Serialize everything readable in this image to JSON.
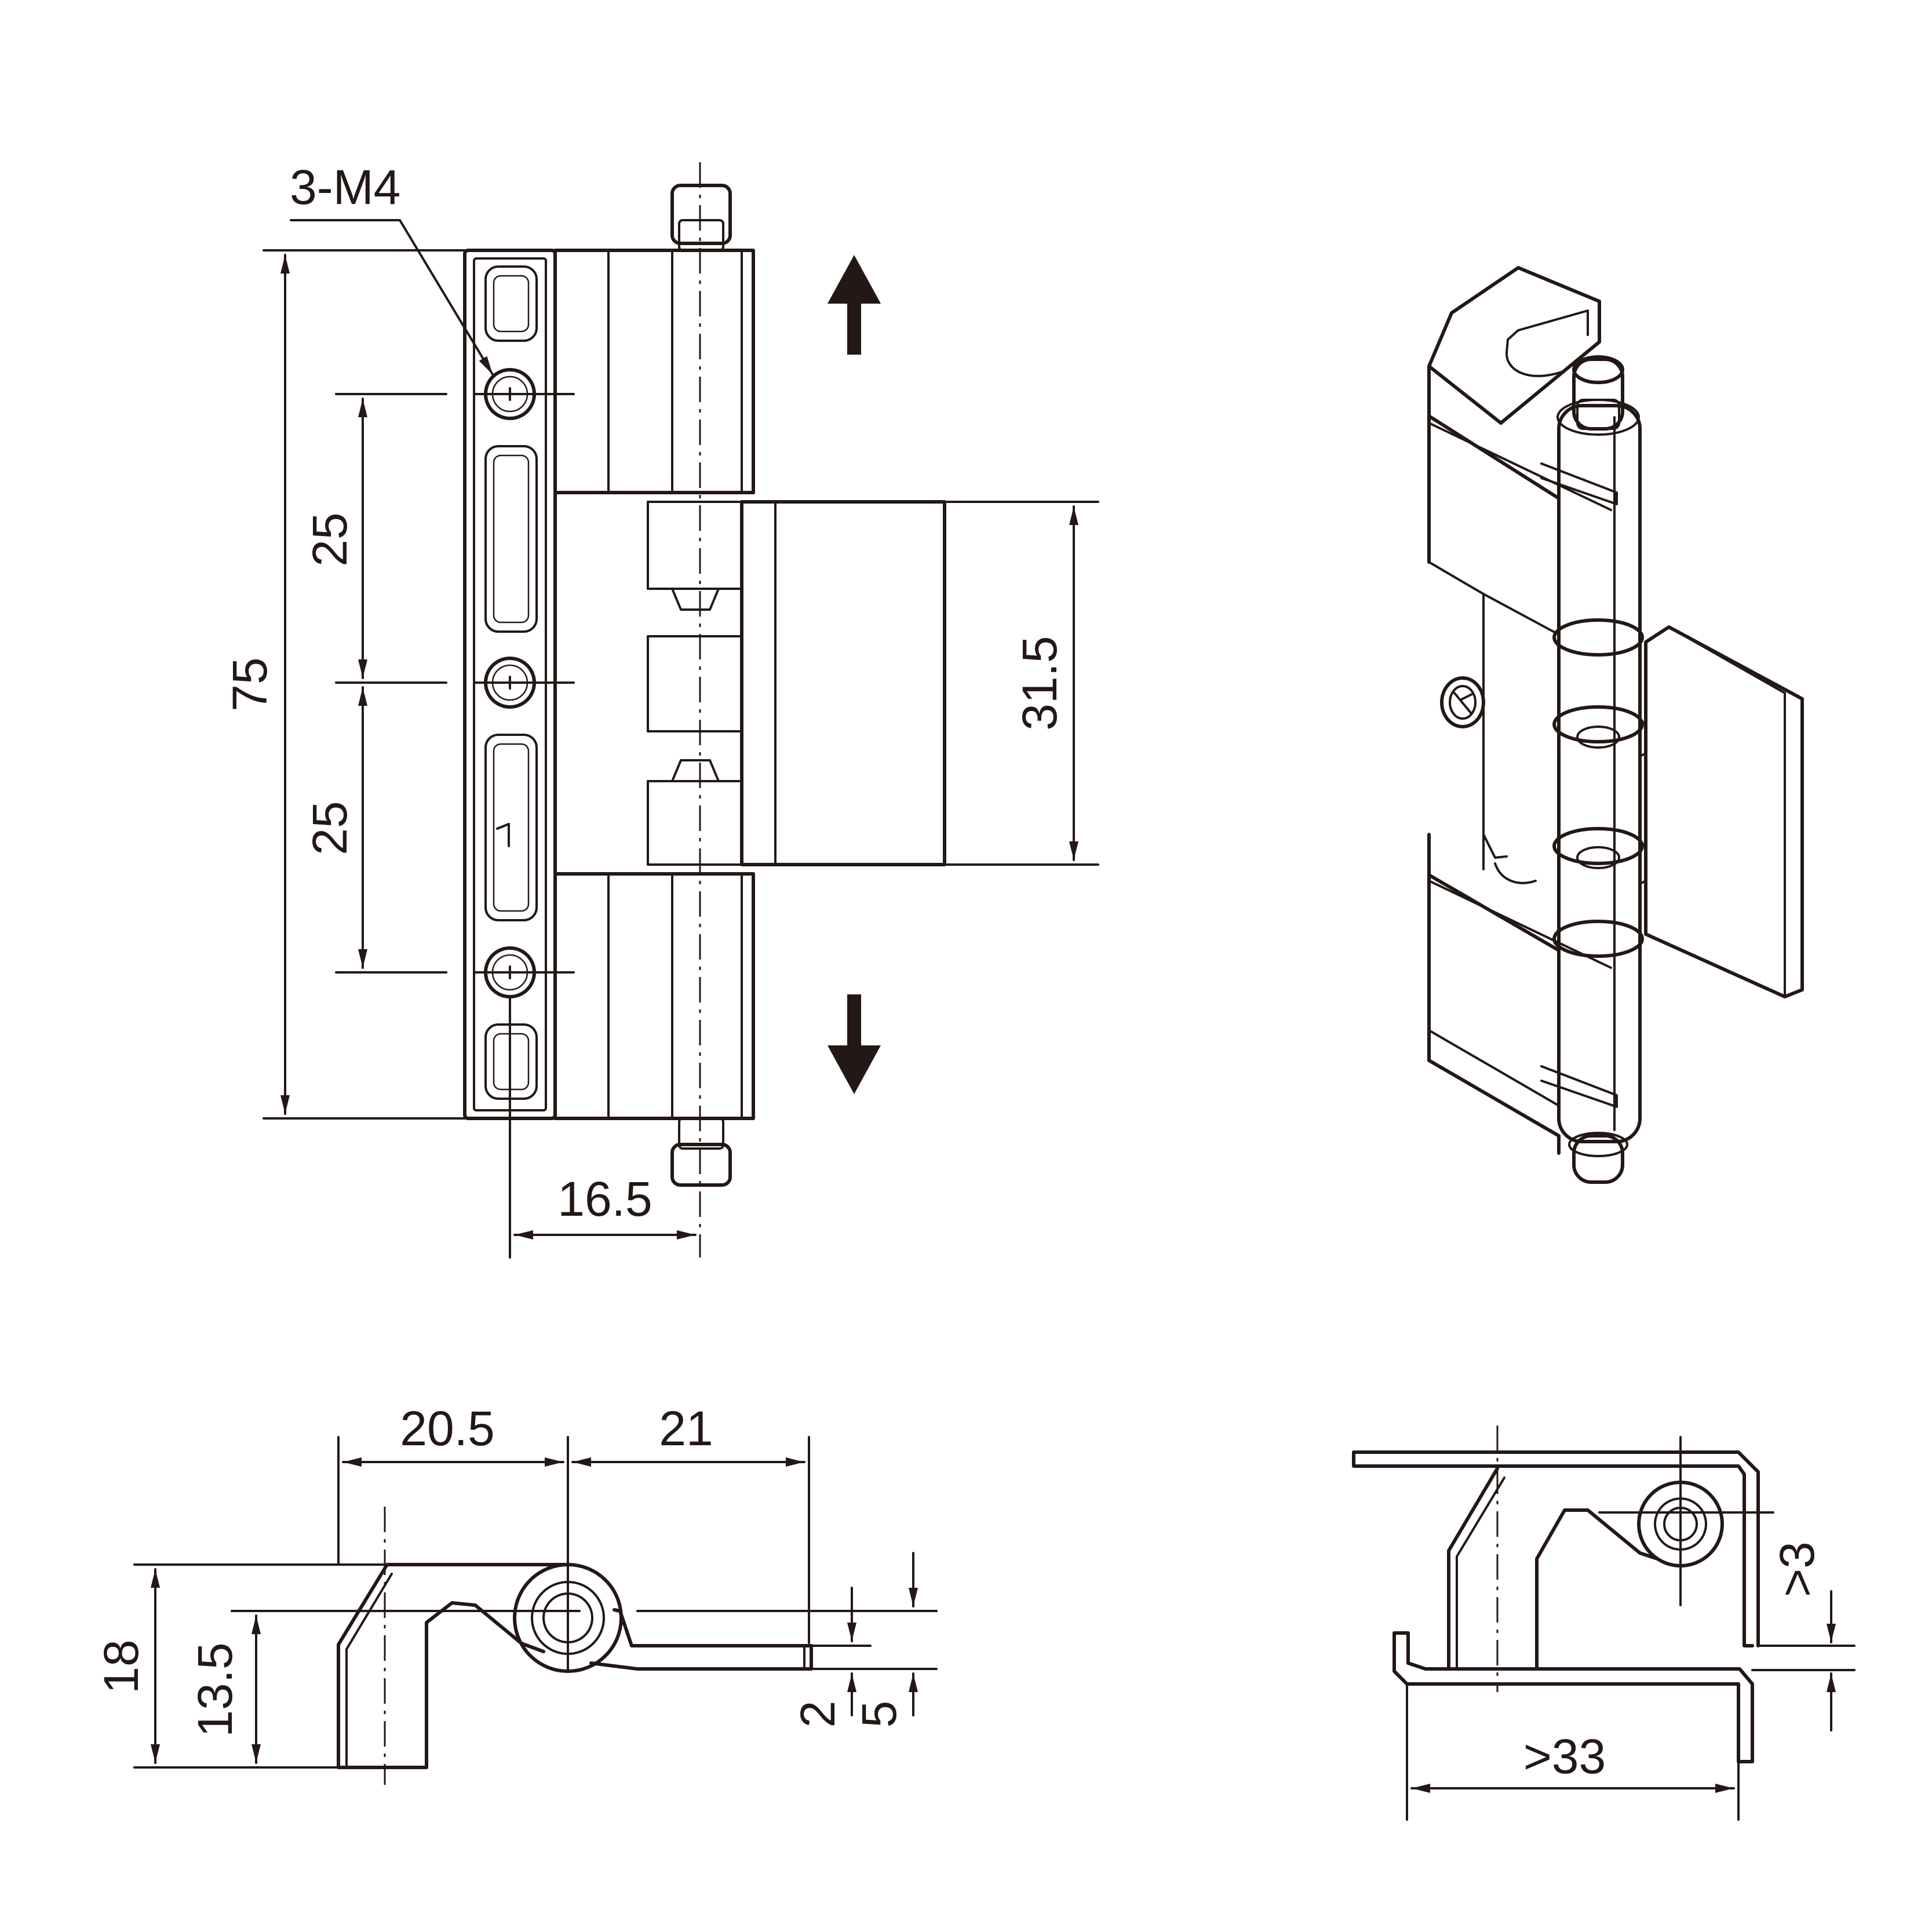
{
  "front_view": {
    "thread_callout": "3-M4",
    "overall_height": "75",
    "hole_spacing_upper": "25",
    "hole_spacing_lower": "25",
    "leaf_width": "31.5",
    "pin_offset": "16.5"
  },
  "side_view": {
    "width_left": "20.5",
    "width_right": "21",
    "height_overall": "18",
    "height_pin": "13.5",
    "leaf_thickness": "2",
    "leaf_offset": "5"
  },
  "mounting_view": {
    "min_gap": ">3",
    "min_width": ">33"
  },
  "colors": {
    "line": "#231815",
    "background": "#ffffff"
  },
  "icons": [
    "arrow-up-icon",
    "arrow-down-icon"
  ]
}
